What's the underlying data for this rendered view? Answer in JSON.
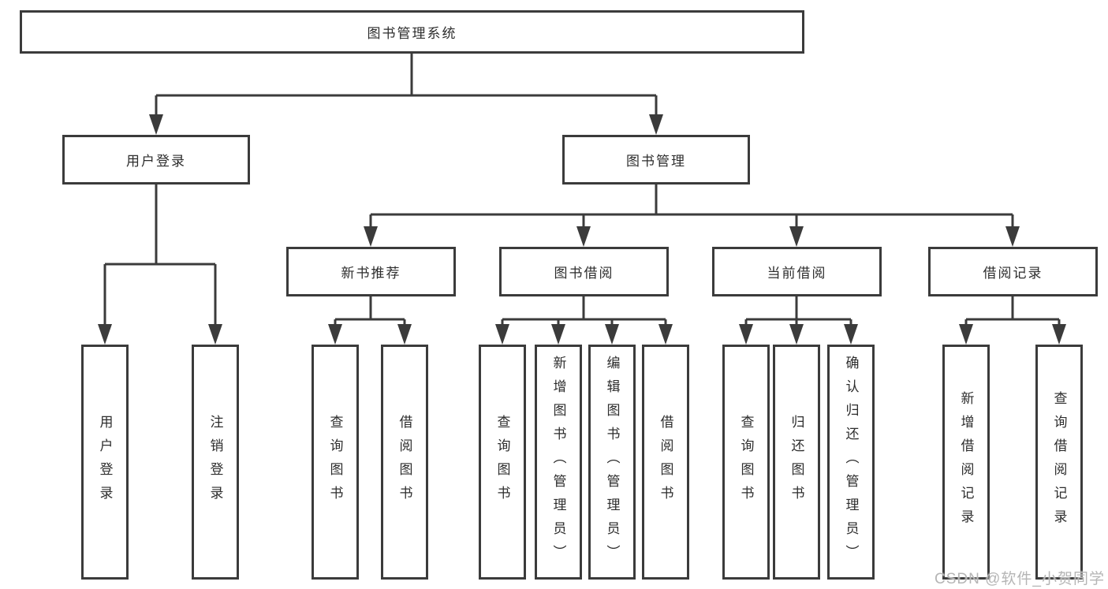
{
  "nodes": {
    "root": "图书管理系统",
    "user_login": "用户登录",
    "book_mgmt": "图书管理",
    "new_book_rec": "新书推荐",
    "book_borrow": "图书借阅",
    "current_borrow": "当前借阅",
    "borrow_records": "借阅记录",
    "leaf_user_login": "用户登录",
    "leaf_logout": "注销登录",
    "leaf_query_book_rec": "查询图书",
    "leaf_borrow_book_rec": "借阅图书",
    "leaf_query_book_borrow": "查询图书",
    "leaf_add_book": "新增图书（管理员）",
    "leaf_edit_book": "编辑图书（管理员）",
    "leaf_borrow_book_borrow": "借阅图书",
    "leaf_query_book_current": "查询图书",
    "leaf_return_book": "归还图书",
    "leaf_confirm_return": "确认归还（管理员）",
    "leaf_add_borrow_record": "新增借阅记录",
    "leaf_query_borrow_record": "查询借阅记录"
  },
  "watermark": "CSDN @软件_小贺同学",
  "colors": {
    "line": "#3b3b3b",
    "text": "#2d2d2d",
    "watermark": "#b5b5b5",
    "background": "#ffffff"
  }
}
